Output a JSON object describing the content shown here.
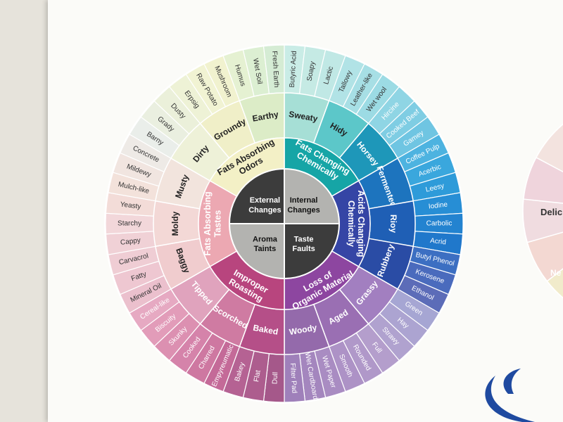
{
  "wheel": {
    "center": [
      {
        "lines": [
          "Internal",
          "Changes"
        ],
        "color": "#b3b3b0",
        "text": "#111111"
      },
      {
        "lines": [
          "Taste",
          "Faults"
        ],
        "color": "#3c3c3c",
        "text": "#ffffff"
      },
      {
        "lines": [
          "Aroma",
          "Taints"
        ],
        "color": "#b3b3b0",
        "text": "#111111"
      },
      {
        "lines": [
          "External",
          "Changes"
        ],
        "color": "#3c3c3c",
        "text": "#ffffff"
      }
    ],
    "categories": [
      {
        "lines": [
          "Fats Changing",
          "Chemically"
        ],
        "color": "#16a5a6",
        "text": "#ffffff",
        "subs": [
          {
            "label": "Sweaty",
            "color": "#a6dfd6",
            "text": "#222222",
            "items": [
              {
                "label": "Butyric Acid",
                "color": "#c9ece6"
              },
              {
                "label": "Soapy",
                "color": "#c5eae4"
              },
              {
                "label": "Lactic",
                "color": "#c0e8e5"
              }
            ]
          },
          {
            "label": "Hidy",
            "color": "#5cc7c9",
            "text": "#222222",
            "items": [
              {
                "label": "Tallowy",
                "color": "#b1e3e6"
              },
              {
                "label": "Leather-like",
                "color": "#a7dfe5"
              },
              {
                "label": "Wet wool",
                "color": "#9cdbe4"
              }
            ]
          },
          {
            "label": "Horsey",
            "color": "#1e97b9",
            "text": "#ffffff",
            "items": [
              {
                "label": "Hircine",
                "color": "#8fd5e4"
              },
              {
                "label": "Cooked Beef",
                "color": "#7fcde3"
              },
              {
                "label": "Gamey",
                "color": "#6fc5e2"
              }
            ]
          }
        ]
      },
      {
        "lines": [
          "Acids Changing",
          "Chemically"
        ],
        "color": "#3545a5",
        "text": "#ffffff",
        "subs": [
          {
            "label": "Fermented",
            "color": "#1d74be",
            "text": "#ffffff",
            "items": [
              {
                "label": "Coffee Pulp",
                "color": "#4db3e0"
              },
              {
                "label": "Acerbic",
                "color": "#3aa7dd"
              },
              {
                "label": "Leesy",
                "color": "#2e9bd9"
              }
            ]
          },
          {
            "label": "Rioy",
            "color": "#1f5fb5",
            "text": "#ffffff",
            "items": [
              {
                "label": "Iodine",
                "color": "#278ed5"
              },
              {
                "label": "Carbolic",
                "color": "#2383d0"
              },
              {
                "label": "Acrid",
                "color": "#2078cb"
              }
            ]
          },
          {
            "label": "Rubbery",
            "color": "#2a4ca5",
            "text": "#ffffff",
            "items": [
              {
                "label": "Butyl Phenol",
                "color": "#3c6fc2"
              },
              {
                "label": "Kerosene",
                "color": "#4a6bbd"
              },
              {
                "label": "Ethanol",
                "color": "#5c6cb8"
              }
            ]
          }
        ]
      },
      {
        "lines": [
          "Loss of",
          "Organic Material"
        ],
        "color": "#8d46a0",
        "text": "#ffffff",
        "subs": [
          {
            "label": "Grassy",
            "color": "#a27fc0",
            "text": "#ffffff",
            "items": [
              {
                "label": "Green",
                "color": "#a6a6d3"
              },
              {
                "label": "Hay",
                "color": "#aca4d1"
              },
              {
                "label": "Strawy",
                "color": "#b0a2cf"
              }
            ]
          },
          {
            "label": "Aged",
            "color": "#9a6fb3",
            "text": "#ffffff",
            "items": [
              {
                "label": "Full",
                "color": "#b49ecc"
              },
              {
                "label": "Rounded",
                "color": "#b098c9"
              },
              {
                "label": "Smooth",
                "color": "#ad92c6"
              }
            ]
          },
          {
            "label": "Woody",
            "color": "#946aab",
            "text": "#ffffff",
            "items": [
              {
                "label": "Wet Paper",
                "color": "#a98cc2"
              },
              {
                "label": "Wet Cardboard",
                "color": "#a486be"
              },
              {
                "label": "Filter Pad",
                "color": "#9f80ba"
              }
            ]
          }
        ]
      },
      {
        "lines": [
          "Improper",
          "Roasting"
        ],
        "color": "#b8457e",
        "text": "#ffffff",
        "subs": [
          {
            "label": "Baked",
            "color": "#b54f88",
            "text": "#ffffff",
            "items": [
              {
                "label": "Dull",
                "color": "#a5588a"
              },
              {
                "label": "Flat",
                "color": "#ad5d8e"
              },
              {
                "label": "Bakey",
                "color": "#b56293"
              }
            ]
          },
          {
            "label": "Scorched",
            "color": "#cf7ba2",
            "text": "#ffffff",
            "items": [
              {
                "label": "Empyreumatic",
                "color": "#c46a98"
              },
              {
                "label": "Charred",
                "color": "#ce78a1"
              },
              {
                "label": "Cooked",
                "color": "#d583aa"
              }
            ]
          },
          {
            "label": "Tipped",
            "color": "#e0a3bd",
            "text": "#ffffff",
            "items": [
              {
                "label": "Skunky",
                "color": "#dc90b1"
              },
              {
                "label": "Biscuity",
                "color": "#e29cb9"
              },
              {
                "label": "Cereal-like",
                "color": "#e6a9c2"
              }
            ]
          }
        ]
      },
      {
        "lines": [
          "Fats Absorbing",
          "Tastes"
        ],
        "color": "#eca8b2",
        "text": "#ffffff",
        "subs": [
          {
            "label": "Baggy",
            "color": "#f0ccce",
            "text": "#222222",
            "items": [
              {
                "label": "Mineral Oil",
                "color": "#ebc0cd"
              },
              {
                "label": "Fatty",
                "color": "#eec7d1"
              },
              {
                "label": "Carvacrol",
                "color": "#efcdd4"
              }
            ]
          },
          {
            "label": "Moldy",
            "color": "#f3d8d6",
            "text": "#222222",
            "items": [
              {
                "label": "Cappy",
                "color": "#f0d1d6"
              },
              {
                "label": "Starchy",
                "color": "#f2d7da"
              },
              {
                "label": "Yeasty",
                "color": "#f3dcd8"
              }
            ]
          },
          {
            "label": "Musty",
            "color": "#f2e4dd",
            "text": "#222222",
            "items": [
              {
                "label": "Mulch-like",
                "color": "#f3e2db"
              },
              {
                "label": "Mildewy",
                "color": "#f1e5e0"
              },
              {
                "label": "Concrete",
                "color": "#eeeae6"
              }
            ]
          }
        ]
      },
      {
        "lines": [
          "Fats Absorbing",
          "Odors"
        ],
        "color": "#f3f0c6",
        "text": "#222222",
        "subs": [
          {
            "label": "Dirty",
            "color": "#eef1d8",
            "text": "#222222",
            "items": [
              {
                "label": "Barny",
                "color": "#eaeeea"
              },
              {
                "label": "Grady",
                "color": "#eaefe0"
              },
              {
                "label": "Dusty",
                "color": "#ebf0da"
              }
            ]
          },
          {
            "label": "Groundy",
            "color": "#f0efc8",
            "text": "#222222",
            "items": [
              {
                "label": "Erpsig",
                "color": "#eef2d6"
              },
              {
                "label": "Raw Potato",
                "color": "#f1f3d3"
              },
              {
                "label": "Mushroom",
                "color": "#f1f2cf"
              }
            ]
          },
          {
            "label": "Earthy",
            "color": "#dcecc7",
            "text": "#222222",
            "items": [
              {
                "label": "Humus",
                "color": "#e5f1d2"
              },
              {
                "label": "Wet Soil",
                "color": "#dcefd2"
              },
              {
                "label": "Fresh Earth",
                "color": "#d5ecd4"
              }
            ]
          }
        ]
      }
    ]
  },
  "next_wheel": {
    "labels": [
      "Delic",
      "Ne"
    ]
  }
}
